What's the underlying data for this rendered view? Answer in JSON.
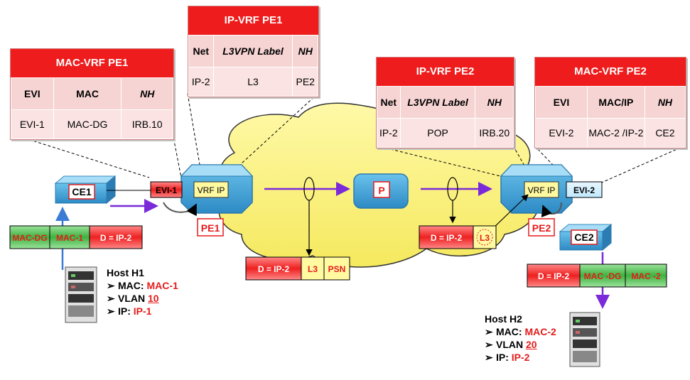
{
  "colors": {
    "header_red": "#ee1c1c",
    "table_pink": "#fbe3e3",
    "cloud_yellow": "#f7f08a",
    "router_teal": "#3a9cd4",
    "arrow_purple": "#7a2ad9",
    "label_red": "#e41c1c",
    "mac_green": "#4caf50"
  },
  "tables": {
    "mac_vrf_pe1": {
      "title": "MAC-VRF PE1",
      "headers": [
        "EVI",
        "MAC",
        "NH"
      ],
      "row": [
        "EVI-1",
        "MAC-DG",
        "IRB.10"
      ]
    },
    "ip_vrf_pe1": {
      "title": "IP-VRF PE1",
      "headers": [
        "Net",
        "L3VPN Label",
        "NH"
      ],
      "row": [
        "IP-2",
        "L3",
        "PE2"
      ]
    },
    "ip_vrf_pe2": {
      "title": "IP-VRF PE2",
      "headers": [
        "Net",
        "L3VPN Label",
        "NH"
      ],
      "row": [
        "IP-2",
        "POP",
        "IRB.20"
      ]
    },
    "mac_vrf_pe2": {
      "title": "MAC-VRF PE2",
      "headers": [
        "EVI",
        "MAC/IP",
        "NH"
      ],
      "row": [
        "EVI-2",
        "MAC-2 /IP-2",
        "CE2"
      ]
    }
  },
  "nodes": {
    "ce1": "CE1",
    "ce2": "CE2",
    "pe1": "PE1",
    "pe2": "PE2",
    "p": "P",
    "evi1": "EVI-1",
    "evi2": "EVI-2",
    "vrf_ip": "VRF IP"
  },
  "frames": {
    "h1_frame": [
      "MAC-DG",
      "MAC-1",
      "D = IP-2"
    ],
    "core_frame": [
      "D = IP-2",
      "L3",
      "PSN"
    ],
    "pe2_frame": [
      "D = IP-2",
      "L3"
    ],
    "h2_frame": [
      "D = IP-2",
      "MAC -DG",
      "MAC -2"
    ]
  },
  "hosts": {
    "h1": {
      "title": "Host  H1",
      "mac_label": "MAC:",
      "mac": "MAC-1",
      "vlan_label": "VLAN",
      "vlan": "10",
      "ip_label": "IP:",
      "ip": "IP-1"
    },
    "h2": {
      "title": "Host  H2",
      "mac_label": "MAC:",
      "mac": "MAC-2",
      "vlan_label": "VLAN",
      "vlan": "20",
      "ip_label": "IP:",
      "ip": "IP-2"
    }
  }
}
